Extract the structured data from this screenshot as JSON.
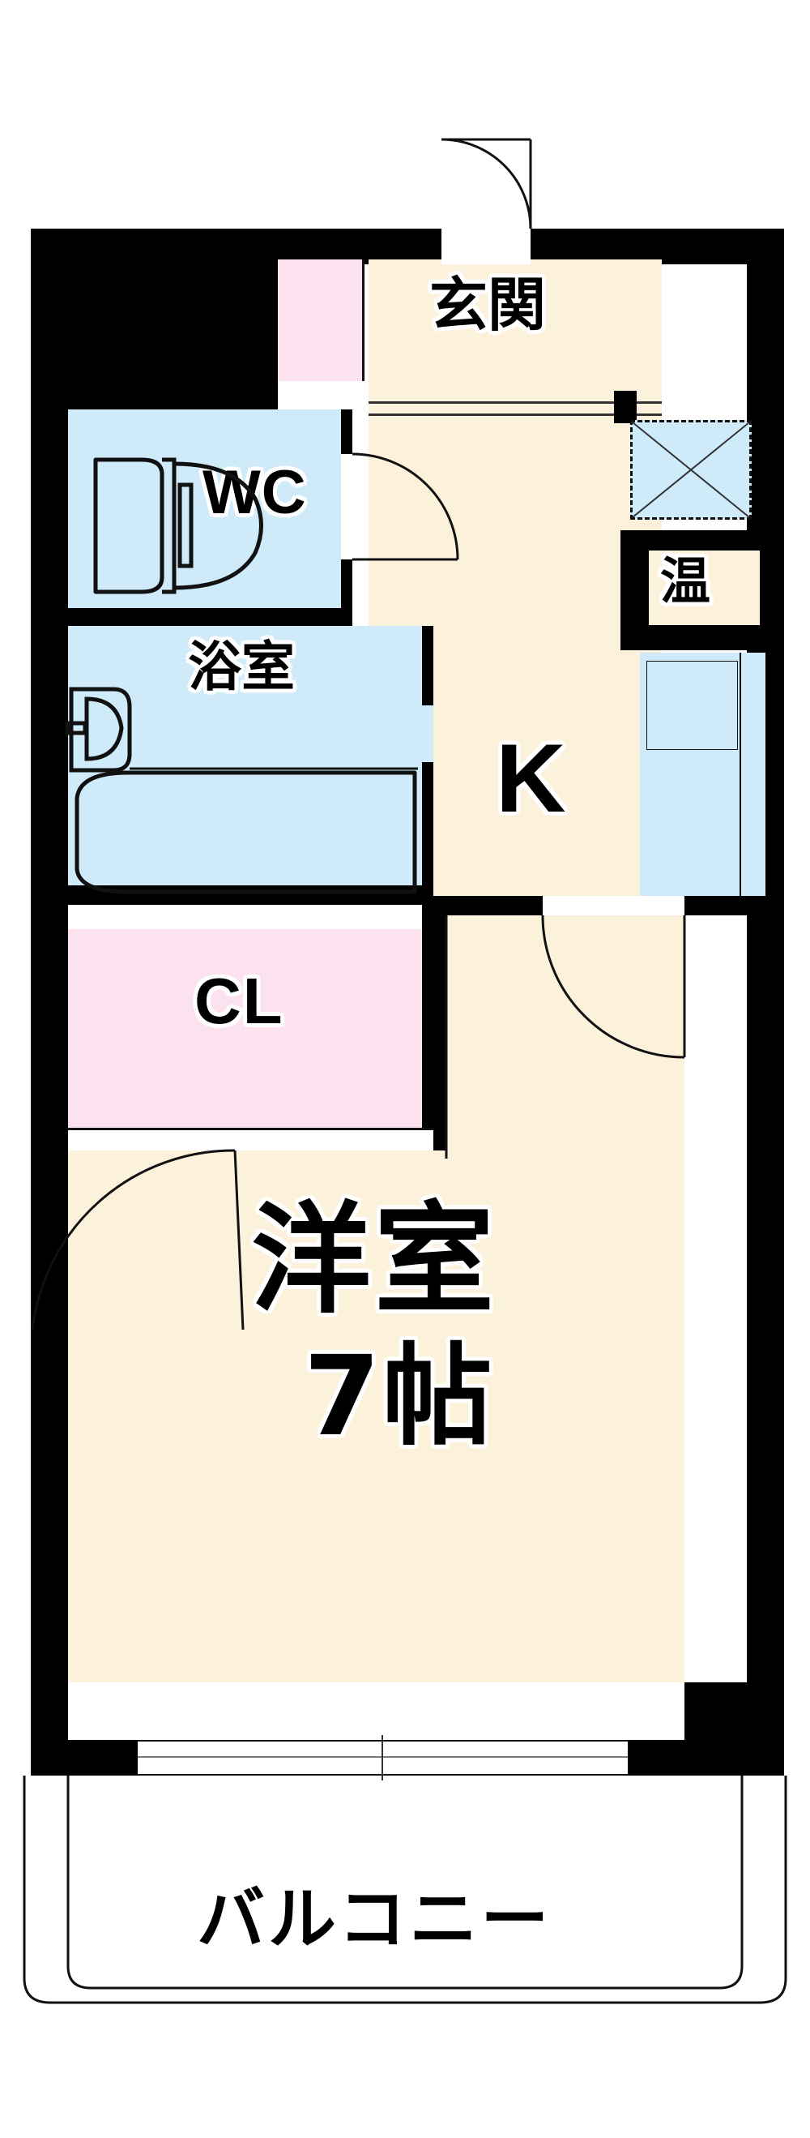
{
  "document": {
    "type": "floor-plan",
    "language": "ja",
    "layout_code": "1K"
  },
  "rooms": [
    {
      "id": "genkan",
      "label": "玄関",
      "meaning": "entrance",
      "fill": "#fcf2dc"
    },
    {
      "id": "wc",
      "label": "WC",
      "meaning": "toilet",
      "fill": "#cfeaf9"
    },
    {
      "id": "bath",
      "label": "浴室",
      "meaning": "bathroom",
      "fill": "#cfeaf9"
    },
    {
      "id": "kitchen",
      "label": "K",
      "meaning": "kitchen",
      "fill": "#fcf2dc"
    },
    {
      "id": "closet",
      "label": "CL",
      "meaning": "closet",
      "fill": "#fbe2ee"
    },
    {
      "id": "main",
      "label": "洋室",
      "meaning": "western-style room",
      "fill": "#fcf2dc"
    },
    {
      "id": "main_size",
      "label": "7帖",
      "meaning": "7 tatami mats",
      "fill": "#fcf2dc"
    },
    {
      "id": "heater",
      "label": "温",
      "meaning": "water heater",
      "fill": "#fcf2dc"
    },
    {
      "id": "balcony",
      "label": "バルコニー",
      "meaning": "balcony",
      "fill": "#ffffff"
    }
  ],
  "labels": {
    "genkan": "玄関",
    "wc": "WC",
    "bath": "浴室",
    "kitchen": "K",
    "heater": "温",
    "closet": "CL",
    "main_room": "洋室",
    "main_room_size": "7帖",
    "balcony": "バルコニー"
  },
  "fixtures": [
    {
      "id": "toilet",
      "room": "wc",
      "kind": "toilet-fixture"
    },
    {
      "id": "bathtub",
      "room": "bath",
      "kind": "bathtub"
    },
    {
      "id": "washbasin",
      "room": "bath",
      "kind": "wash-basin"
    },
    {
      "id": "washer-space",
      "room": "kitchen",
      "kind": "washing-machine-space",
      "note": "dashed box with X"
    },
    {
      "id": "sink-unit",
      "room": "kitchen",
      "kind": "kitchen-sink"
    },
    {
      "id": "entry-door",
      "room": "genkan",
      "kind": "swing-door"
    },
    {
      "id": "wc-door",
      "room": "wc",
      "kind": "swing-door"
    },
    {
      "id": "kitchen-door",
      "room": "kitchen",
      "kind": "swing-door"
    },
    {
      "id": "room-door",
      "room": "main",
      "kind": "swing-door"
    },
    {
      "id": "balcony-window",
      "room": "main",
      "kind": "sliding-window"
    }
  ],
  "colors": {
    "wall": "#000000",
    "floor": "#fcf2dc",
    "water_area": "#cfeaf9",
    "closet_area": "#fbe2ee",
    "balcony": "#ffffff",
    "line": "#111111"
  }
}
